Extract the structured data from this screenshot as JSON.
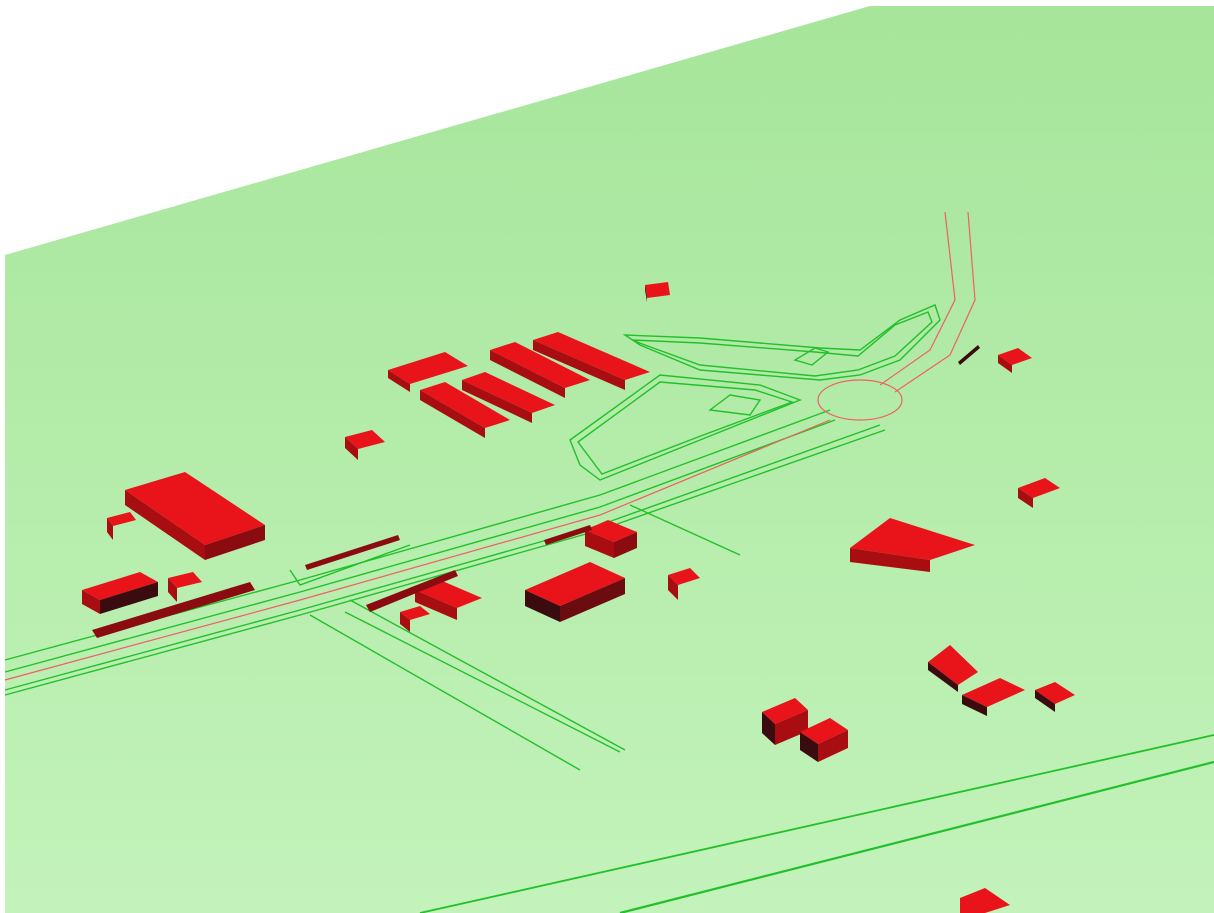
{
  "scene": {
    "kind": "3d-city-model-view",
    "colors": {
      "sky": "#ffffff",
      "ground_far": "#a6e59a",
      "ground_near": "#c3f3bb",
      "building_top": "#e8141a",
      "building_side": "#a80d12",
      "building_shadow": "#3a0c10",
      "road_line": "#22c02a",
      "rail_line": "#f06060"
    },
    "layers": [
      "ground-plane",
      "road-network",
      "railway",
      "buildings"
    ]
  }
}
